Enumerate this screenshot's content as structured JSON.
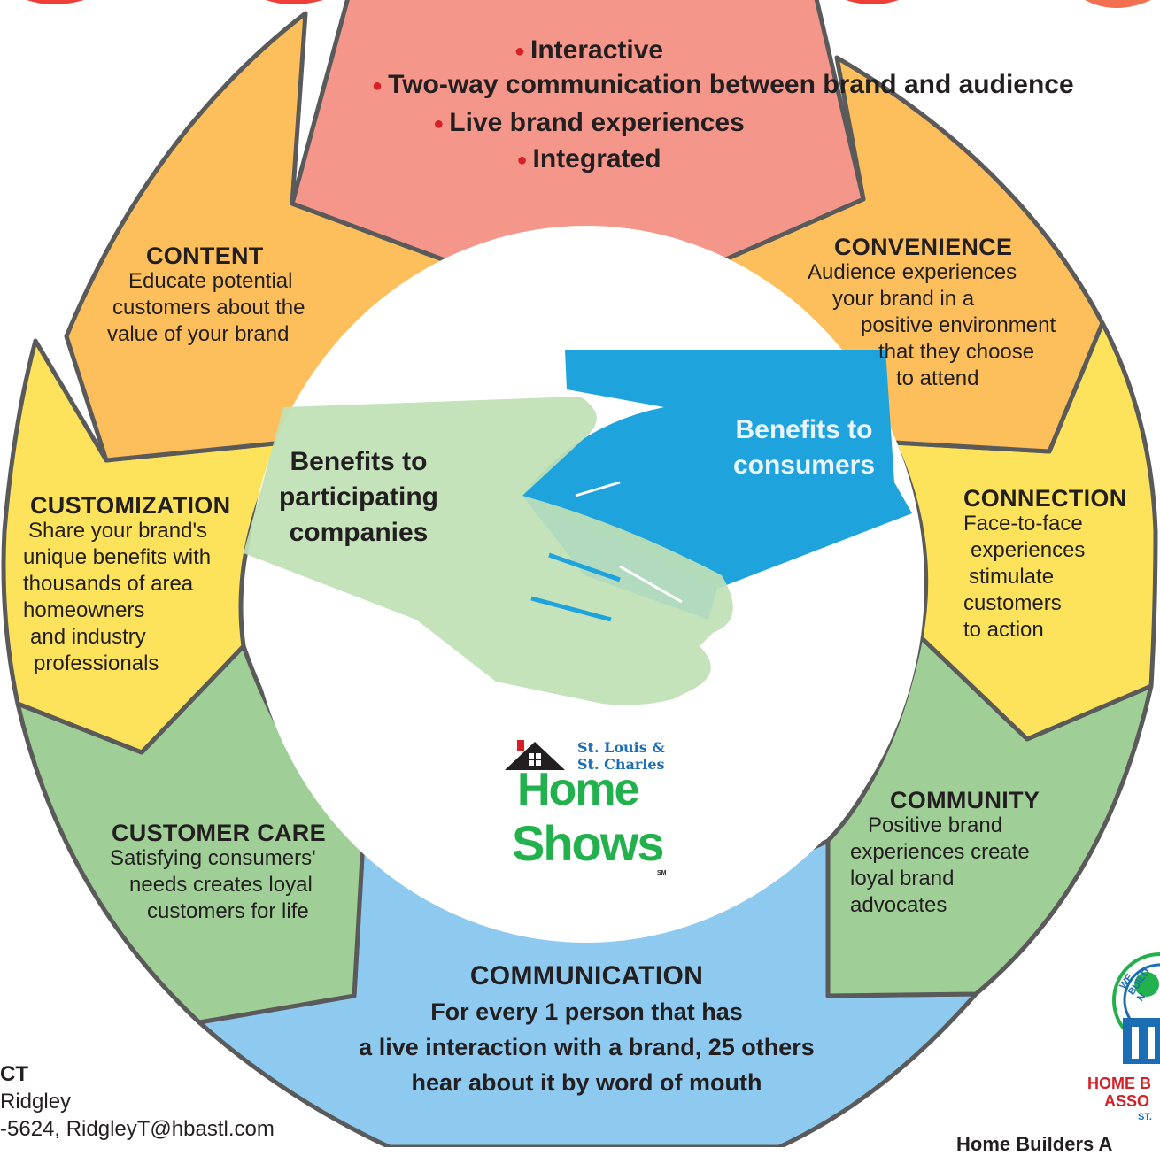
{
  "top": {
    "items": [
      "Interactive",
      "Two-way communication between brand and audience",
      "Live brand experiences",
      "Integrated"
    ]
  },
  "content": {
    "title": "CONTENT",
    "lines": [
      "Educate potential",
      "customers about the",
      "value of your brand"
    ]
  },
  "convenience": {
    "title": "CONVENIENCE",
    "lines": [
      "Audience experiences",
      "your brand in a",
      "positive environment",
      "that they choose",
      "to attend"
    ]
  },
  "customization": {
    "title": "CUSTOMIZATION",
    "lines": [
      "Share your brand's",
      "unique benefits with",
      "thousands of area",
      "homeowners",
      "and industry",
      "professionals"
    ]
  },
  "connection": {
    "title": "CONNECTION",
    "lines": [
      "Face-to-face",
      "experiences",
      "stimulate",
      "customers",
      "to action"
    ]
  },
  "customer_care": {
    "title": "CUSTOMER CARE",
    "lines": [
      "Satisfying consumers'",
      "needs creates loyal",
      "customers for life"
    ]
  },
  "community": {
    "title": "COMMUNITY",
    "lines": [
      "Positive brand",
      "experiences create",
      "loyal brand",
      "advocates"
    ]
  },
  "communication": {
    "title": "COMMUNICATION",
    "lines": [
      "For every 1 person that has",
      "a live interaction with a brand, 25 others",
      "hear about it by word of mouth"
    ]
  },
  "center": {
    "left_lines": [
      "Benefits to",
      "participating",
      "companies"
    ],
    "right_lines": [
      "Benefits to",
      "consumers"
    ]
  },
  "logo": {
    "small1": "St. Louis &",
    "small2": "St. Charles",
    "word1": "Home",
    "word2": "Shows",
    "sm": "SM"
  },
  "contact": {
    "lines": [
      "CT",
      "Ridgley",
      "-5624, RidgleyT@hbastl.com"
    ]
  },
  "hba": {
    "arc": "WE BUILD N",
    "l1": "HOME B",
    "l2": "ASSO",
    "l3": "ST.",
    "footer": "Home Builders A"
  },
  "colors": {
    "top": "#f4978a",
    "orange": "#fcbf5b",
    "yellow": "#fde35b",
    "green": "#9fcf96",
    "blue": "#8ecaef",
    "handGreen": "#bfe1b5",
    "handBlue": "#1fa3dd",
    "red": "#d62027",
    "logoGreen": "#22b14c",
    "logoBlue": "#1b6db4"
  }
}
